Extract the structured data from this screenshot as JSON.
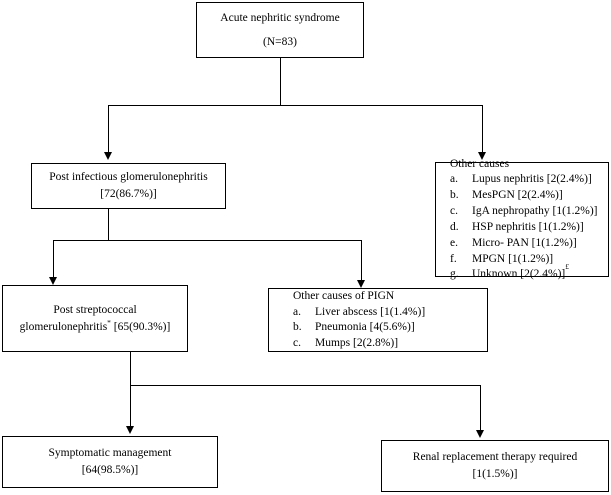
{
  "diagram": {
    "title": "Acute nephritic syndrome patient flow",
    "nodes": {
      "root": {
        "line1": "Acute nephritic syndrome",
        "line2": "(N=83)"
      },
      "pign": {
        "line1": "Post infectious glomerulonephritis",
        "line2": "[72(86.7%)]"
      },
      "other_causes": {
        "title": "Other causes",
        "items": [
          {
            "marker": "a.",
            "text": "Lupus nephritis [2(2.4%)]"
          },
          {
            "marker": "b.",
            "text": "MesPGN [2(2.4%)]"
          },
          {
            "marker": "c.",
            "text": "IgA nephropathy [1(1.2%)]"
          },
          {
            "marker": "d.",
            "text": "HSP nephritis [1(1.2%)]"
          },
          {
            "marker": "e.",
            "text": "Micro- PAN [1(1.2%)]"
          },
          {
            "marker": "f.",
            "text": "MPGN [1(1.2%)]"
          },
          {
            "marker": "g.",
            "text": "Unknown [2(2.4%)]",
            "superscript": "£"
          }
        ]
      },
      "post_strep": {
        "line1": "Post streptococcal",
        "line2_a": "glomerulonephritis",
        "line2_sup": "*",
        "line2_b": " [65(90.3%)]"
      },
      "other_pign": {
        "title": "Other causes of PIGN",
        "items": [
          {
            "marker": "a.",
            "text": "Liver abscess [1(1.4%)]"
          },
          {
            "marker": "b.",
            "text": "Pneumonia [4(5.6%)]"
          },
          {
            "marker": "c.",
            "text": "Mumps [2(2.8%)]"
          }
        ]
      },
      "symptomatic": {
        "line1": "Symptomatic management",
        "line2": "[64(98.5%)]"
      },
      "rrt": {
        "line1": "Renal replacement therapy required",
        "line2": "[1(1.5%)]"
      }
    },
    "colors": {
      "line": "#000000",
      "background": "#ffffff",
      "text": "#000000"
    }
  }
}
